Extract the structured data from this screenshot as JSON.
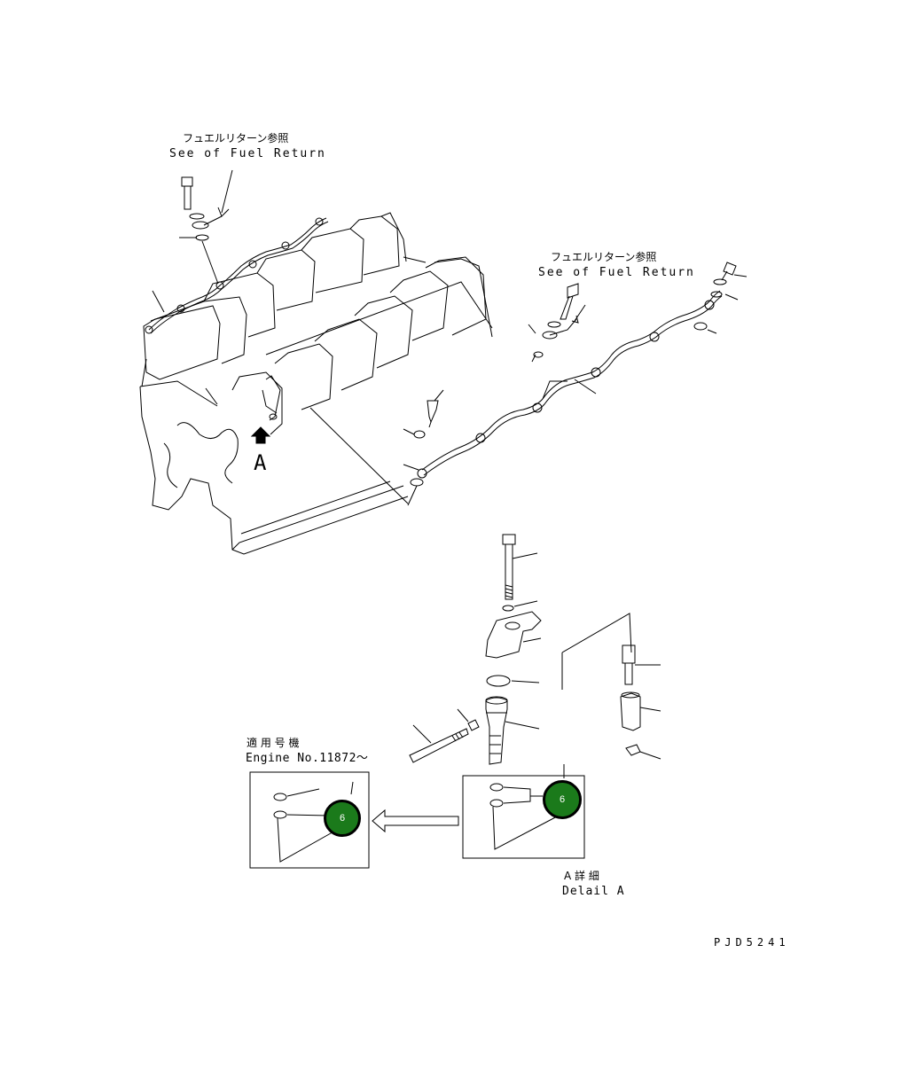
{
  "labels": {
    "fuel_return_jp_1": "フュエルリターン参照",
    "fuel_return_en_1": "See of Fuel Return",
    "fuel_return_jp_2": "フュエルリターン参照",
    "fuel_return_en_2": "See of Fuel Return",
    "view_marker": "A",
    "applicable_jp": "適 用 号 機",
    "applicable_en": "Engine No.11872～",
    "detail_jp": "A 詳 細",
    "detail_en": "Delail A",
    "drawing_code": "PJD5241"
  },
  "callouts": {
    "detail_a": "6",
    "applicable": "6"
  },
  "colors": {
    "callout_fill": "#1b7a1b",
    "line": "#000000"
  }
}
